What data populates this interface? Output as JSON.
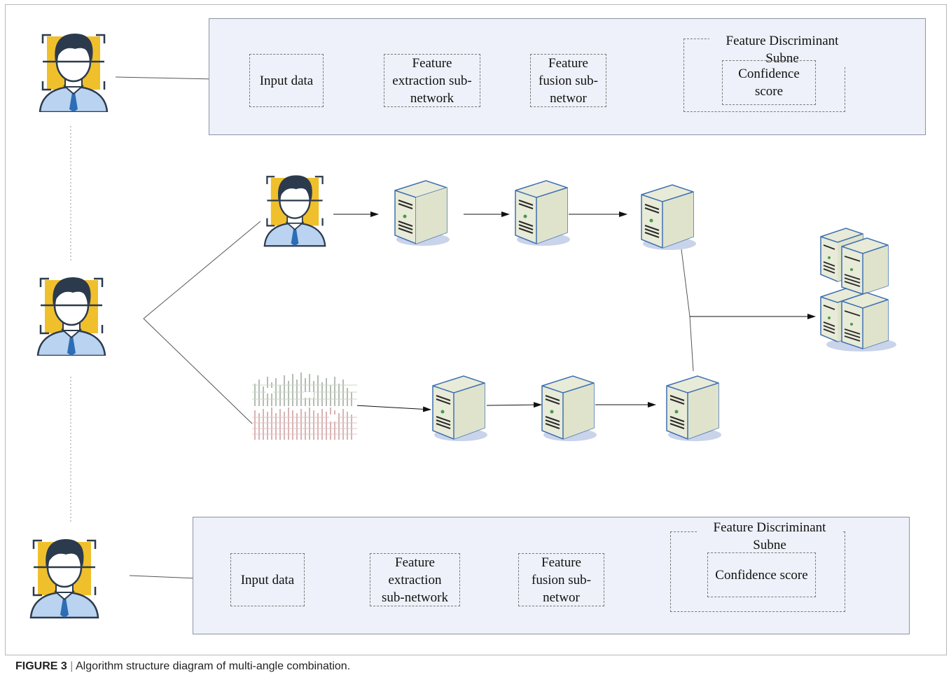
{
  "top_panel": {
    "input_label": "Input data",
    "extraction_label": "Feature\nextraction sub-\nnetwork",
    "fusion_label": "Feature\nfusion sub-\nnetwor",
    "discriminant_label": "Feature Discriminant\nSubne",
    "confidence_label": "Confidence\nscore"
  },
  "bottom_panel": {
    "input_label": "Input data",
    "extraction_label": "Feature\nextraction\nsub-network",
    "fusion_label": "Feature\nfusion sub-\nnetwor",
    "discriminant_label": "Feature Discriminant\nSubne",
    "confidence_label": "Confidence score"
  },
  "caption": {
    "label": "FIGURE 3",
    "separator": "|",
    "text": "Algorithm structure diagram of multi-angle combination."
  },
  "colors": {
    "panel_bg": "#eef1f9",
    "face_frame": "#f0c02c",
    "shirt": "#b9d3f0",
    "hair": "#2c3a4d",
    "tie": "#2d6db5",
    "server_body": "#e8ebd8",
    "server_edge": "#3d6fb0"
  }
}
